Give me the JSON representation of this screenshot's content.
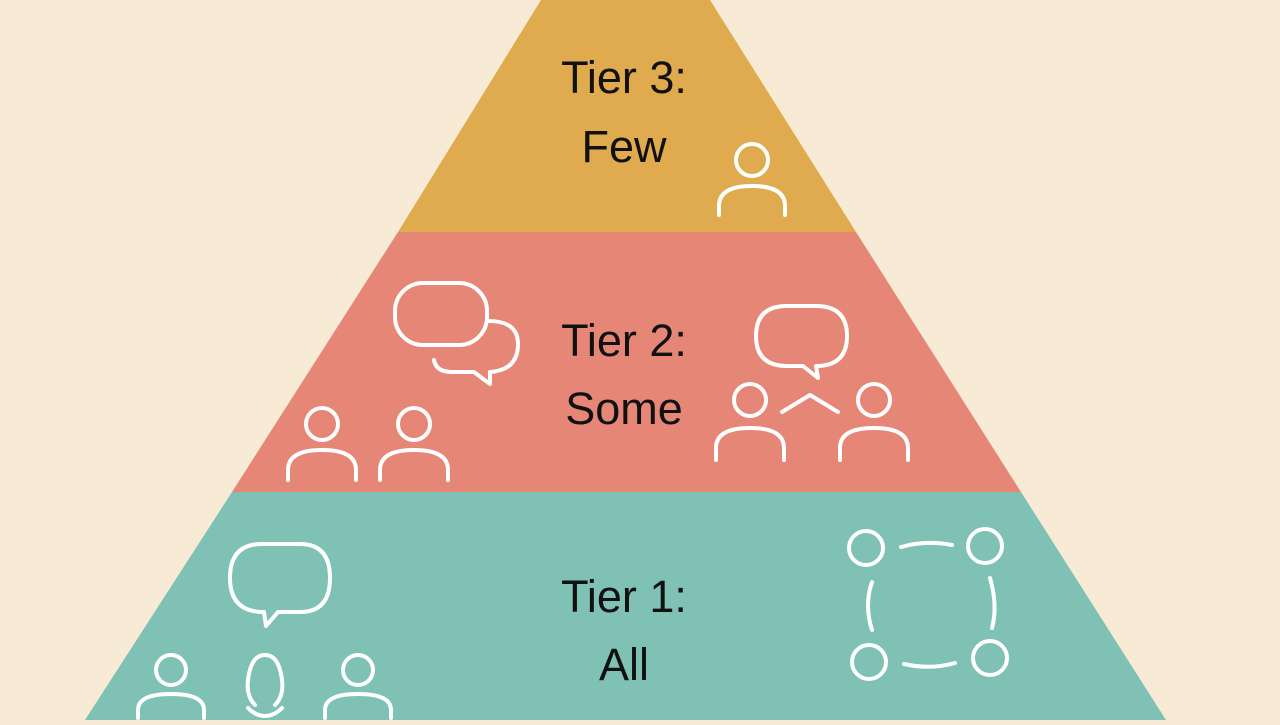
{
  "colors": {
    "background": "#f8ebd5",
    "tier3": "#e0aa4e",
    "tier2": "#e58676",
    "tier1": "#80c1b5",
    "icon_stroke": "#ffffff",
    "text": "#111111"
  },
  "tiers": [
    {
      "id": "tier3",
      "heading": "Tier 3:",
      "subtitle": "Few",
      "icons": [
        "person-icon"
      ]
    },
    {
      "id": "tier2",
      "heading": "Tier 2:",
      "subtitle": "Some",
      "icons": [
        "speech-bubbles-icon",
        "people-pair-icon",
        "speech-bubble-icon",
        "people-connected-icon"
      ]
    },
    {
      "id": "tier1",
      "heading": "Tier 1:",
      "subtitle": "All",
      "icons": [
        "speech-bubble-icon",
        "group-with-lightbulb-icon",
        "cycle-icon"
      ]
    }
  ]
}
